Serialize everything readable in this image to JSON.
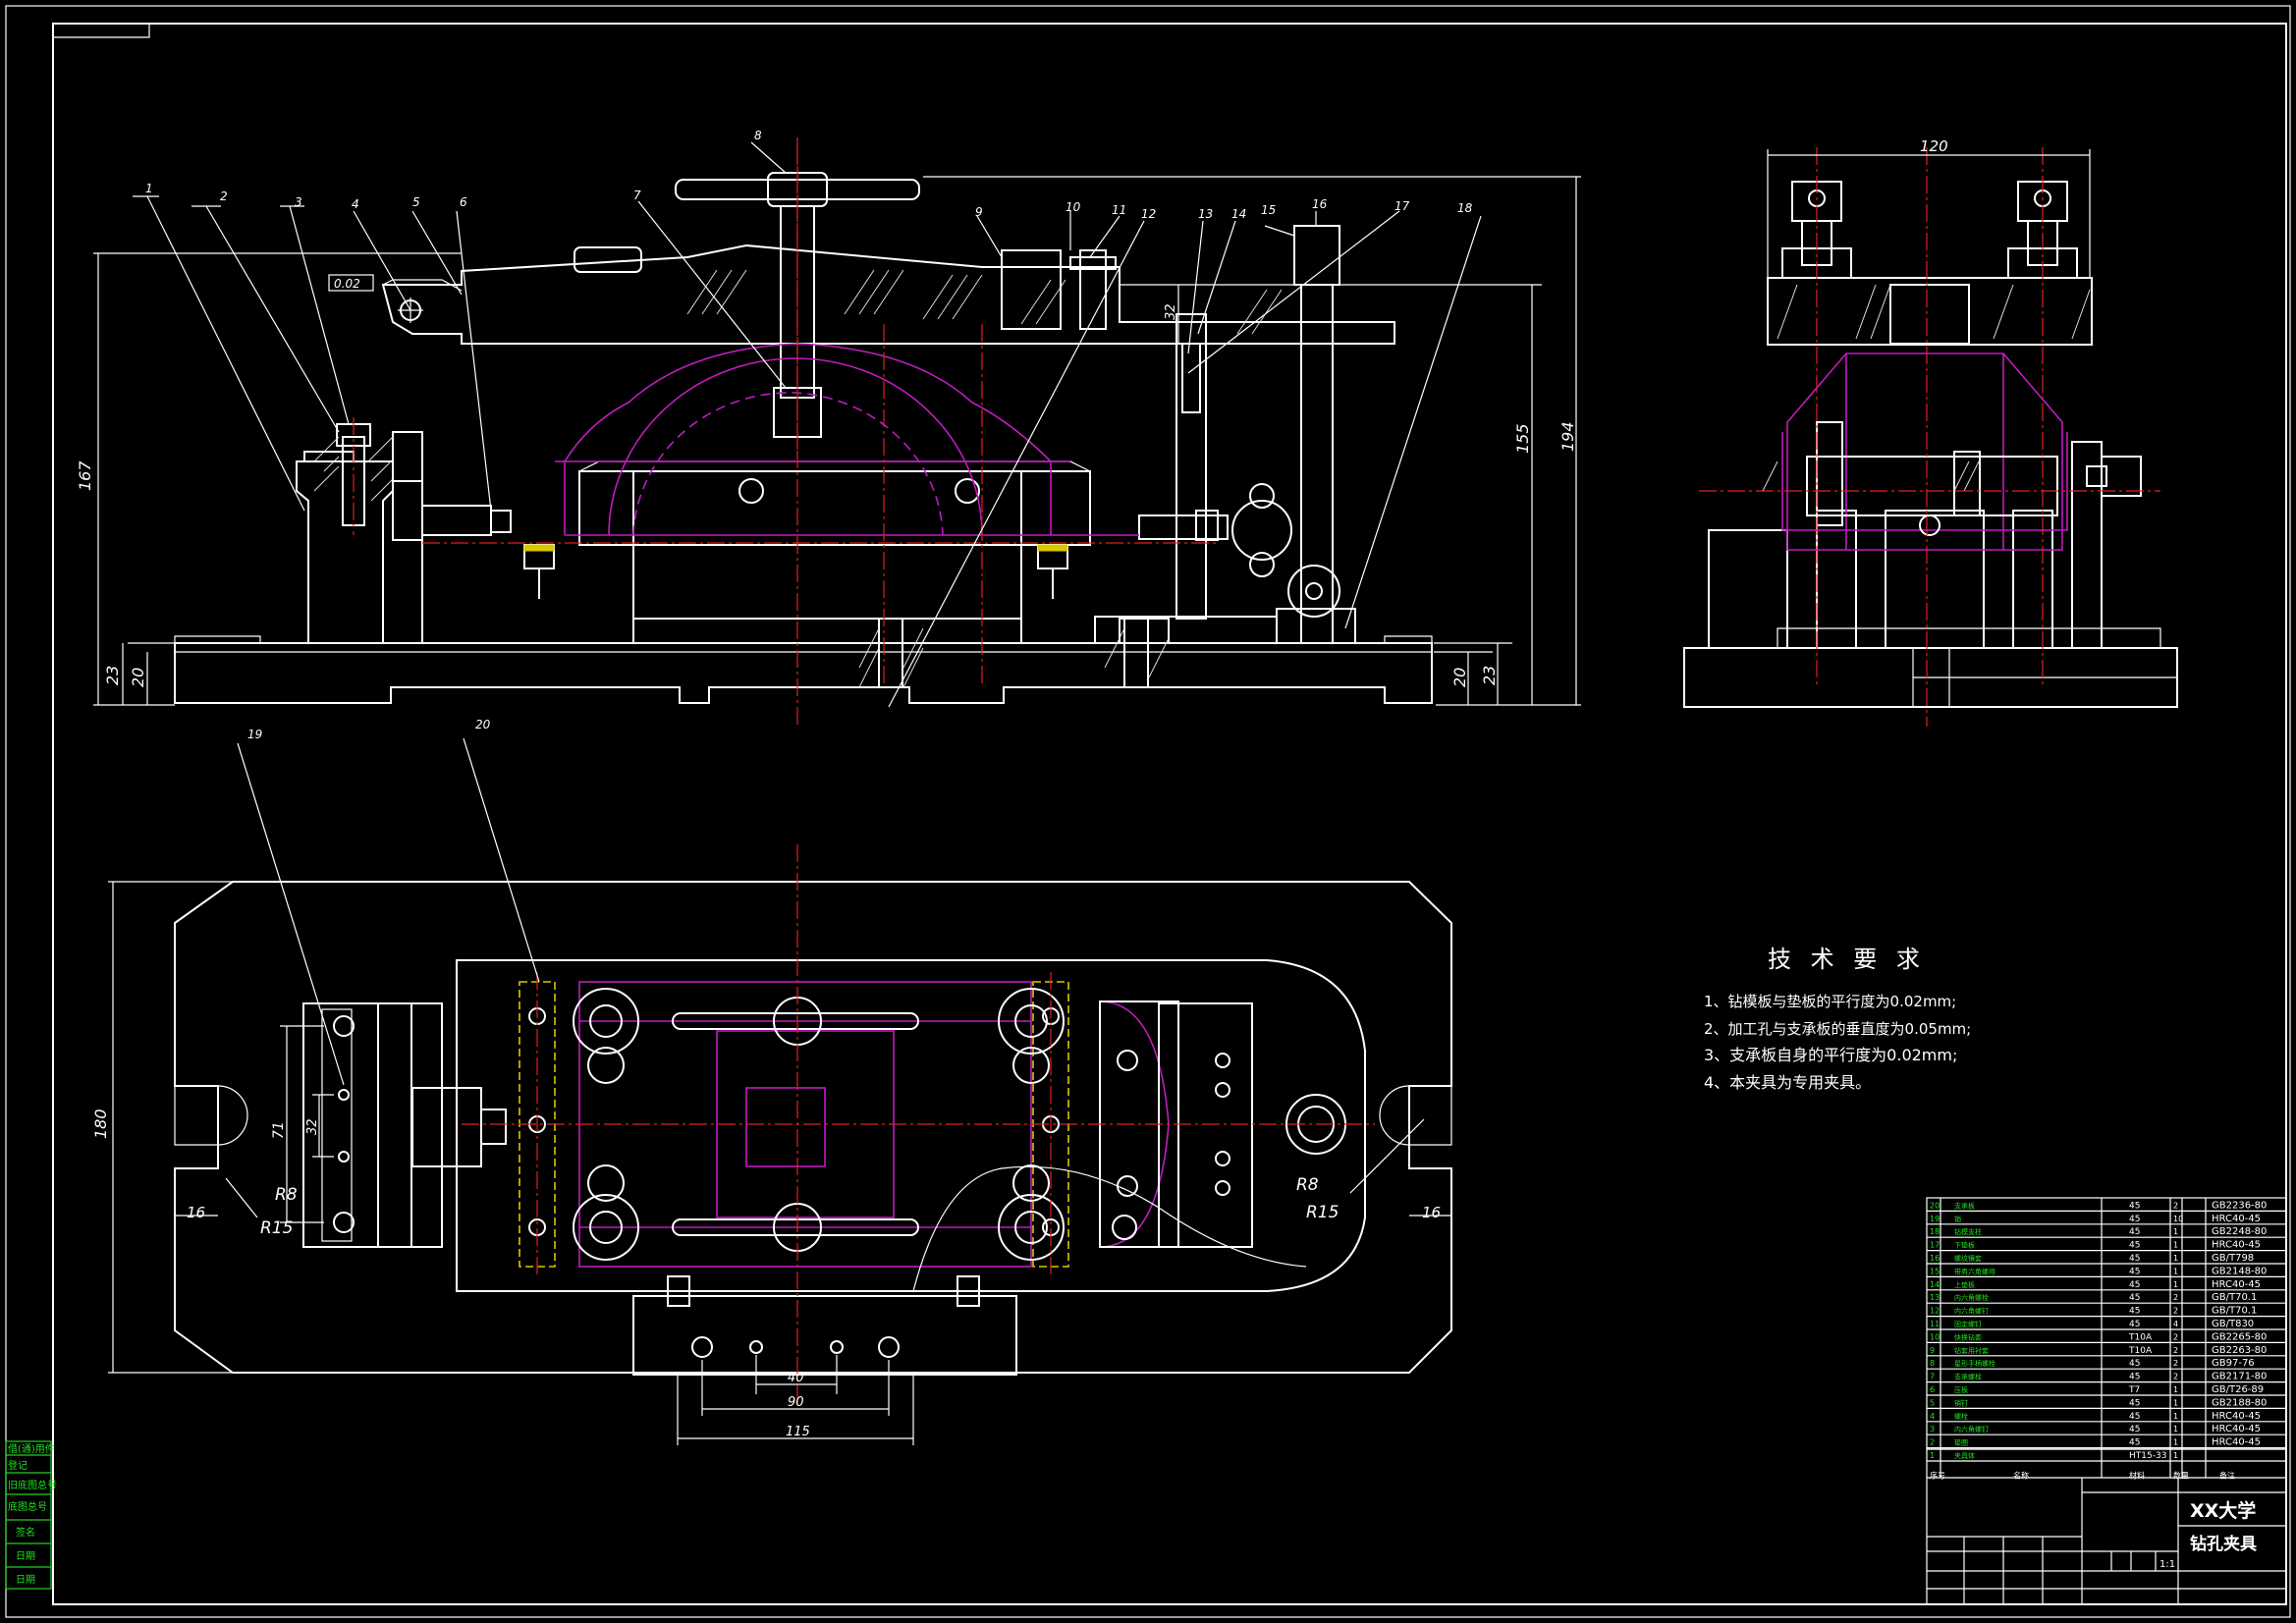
{
  "part_numbers": [
    "1",
    "2",
    "3",
    "4",
    "5",
    "6",
    "7",
    "8",
    "9",
    "10",
    "11",
    "12",
    "13",
    "14",
    "15",
    "16",
    "17",
    "18",
    "19",
    "20"
  ],
  "dimensions": {
    "d120": "120",
    "d167": "167",
    "d155": "155",
    "d194": "194",
    "d23": "23",
    "d20": "20",
    "d32": "32",
    "d180": "180",
    "d71": "71",
    "d32b": "32",
    "d16": "16",
    "r8": "R8",
    "r15": "R15",
    "d40": "40",
    "d90": "90",
    "d115": "115",
    "tol": "0.02"
  },
  "tech_requirements": {
    "title": "技 术 要 求",
    "items": [
      "1、钻模板与垫板的平行度为0.02mm;",
      "2、加工孔与支承板的垂直度为0.05mm;",
      "3、支承板自身的平行度为0.02mm;",
      "4、本夹具为专用夹具。"
    ]
  },
  "bom": {
    "rows": [
      {
        "no": "20",
        "name": "支承板",
        "mat": "45",
        "qty": "2",
        "std": "GB2236-80"
      },
      {
        "no": "19",
        "name": "销",
        "mat": "45",
        "qty": "10",
        "std": "HRC40-45"
      },
      {
        "no": "18",
        "name": "钻模支柱",
        "mat": "45",
        "qty": "1",
        "std": "GB2248-80"
      },
      {
        "no": "17",
        "name": "下垫板",
        "mat": "45",
        "qty": "1",
        "std": "HRC40-45"
      },
      {
        "no": "16",
        "name": "螺纹镶套",
        "mat": "45",
        "qty": "1",
        "std": "GB/T798"
      },
      {
        "no": "15",
        "name": "带肩六角螺母",
        "mat": "45",
        "qty": "1",
        "std": "GB2148-80"
      },
      {
        "no": "14",
        "name": "上垫板",
        "mat": "45",
        "qty": "1",
        "std": "HRC40-45"
      },
      {
        "no": "13",
        "name": "内六角螺栓",
        "mat": "45",
        "qty": "2",
        "std": "GB/T70.1"
      },
      {
        "no": "12",
        "name": "内六角螺钉",
        "mat": "45",
        "qty": "2",
        "std": "GB/T70.1"
      },
      {
        "no": "11",
        "name": "固定螺钉",
        "mat": "45",
        "qty": "4",
        "std": "GB/T830"
      },
      {
        "no": "10",
        "name": "快换钻套",
        "mat": "T10A",
        "qty": "2",
        "std": "GB2265-80"
      },
      {
        "no": "9",
        "name": "钻套用衬套",
        "mat": "T10A",
        "qty": "2",
        "std": "GB2263-80"
      },
      {
        "no": "8",
        "name": "星形手柄螺栓",
        "mat": "45",
        "qty": "2",
        "std": "GB97-76"
      },
      {
        "no": "7",
        "name": "支承螺栓",
        "mat": "45",
        "qty": "2",
        "std": "GB2171-80"
      },
      {
        "no": "6",
        "name": "压板",
        "mat": "T7",
        "qty": "1",
        "std": "GB/T26-89"
      },
      {
        "no": "5",
        "name": "销钉",
        "mat": "45",
        "qty": "1",
        "std": "GB2188-80"
      },
      {
        "no": "4",
        "name": "螺栓",
        "mat": "45",
        "qty": "1",
        "std": "HRC40-45"
      },
      {
        "no": "3",
        "name": "内六角螺钉",
        "mat": "45",
        "qty": "1",
        "std": "HRC40-45"
      },
      {
        "no": "2",
        "name": "垫圈",
        "mat": "45",
        "qty": "1",
        "std": "HRC40-45"
      },
      {
        "no": "1",
        "name": "夹具体",
        "mat": "HT15-33",
        "qty": "1",
        "std": ""
      }
    ],
    "header": {
      "no": "序号",
      "name": "名称",
      "mat": "材料",
      "qty": "数量",
      "std": "备注"
    }
  },
  "title_block": {
    "university": "XX大学",
    "drawing_name": "钻孔夹具",
    "scale": "1:1"
  },
  "left_strip": [
    "借(通)用件",
    "登记",
    "旧底图总号",
    "底图总号",
    "签名",
    "日期",
    "日期"
  ]
}
